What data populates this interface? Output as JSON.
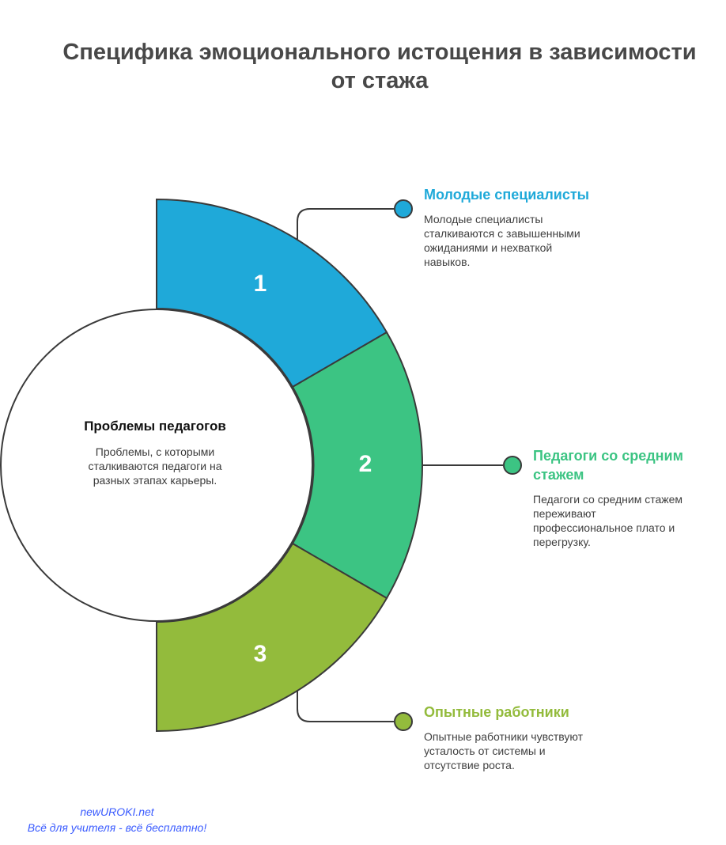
{
  "title": "Специфика эмоционального истощения в зависимости от стажа",
  "center": {
    "title": "Проблемы педагогов",
    "description": "Проблемы, с которыми сталкиваются педагоги на разных этапах карьеры."
  },
  "items": [
    {
      "number": "1",
      "title": "Молодые специалисты",
      "description": "Молодые специалисты сталкиваются с завышенными ожиданиями и нехваткой навыков.",
      "color": "#1fa9d9"
    },
    {
      "number": "2",
      "title": "Педагоги со средним стажем",
      "description": "Педагоги со средним стажем переживают профессиональное плато и перегрузку.",
      "color": "#3cc483"
    },
    {
      "number": "3",
      "title": "Опытные работники",
      "description": "Опытные работники чувствуют усталость от системы и отсутствие роста.",
      "color": "#93bb3c"
    }
  ],
  "watermark": {
    "line1": "newUROKI.net",
    "line2": "Всё для учителя - всё бесплатно!"
  }
}
